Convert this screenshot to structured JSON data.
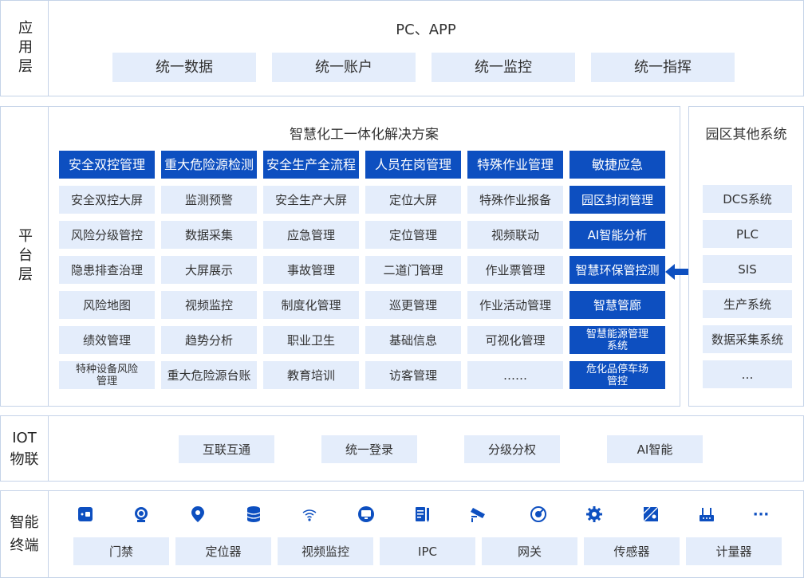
{
  "app_layer": {
    "label": "应用层",
    "subtitle": "PC、APP",
    "items": [
      "统一数据",
      "统一账户",
      "统一监控",
      "统一指挥"
    ]
  },
  "platform_layer": {
    "label": "平台层",
    "title": "智慧化工一体化解决方案",
    "headers": [
      "安全双控管理",
      "重大危险源检测",
      "安全生产全流程",
      "人员在岗管理",
      "特殊作业管理",
      "敏捷应急"
    ],
    "columns": [
      [
        "安全双控大屏",
        "风险分级管控",
        "隐患排查治理",
        "风险地图",
        "绩效管理",
        "特种设备风险管理"
      ],
      [
        "监测预警",
        "数据采集",
        "大屏展示",
        "视频监控",
        "趋势分析",
        "重大危险源台账"
      ],
      [
        "安全生产大屏",
        "应急管理",
        "事故管理",
        "制度化管理",
        "职业卫生",
        "教育培训"
      ],
      [
        "定位大屏",
        "定位管理",
        "二道门管理",
        "巡更管理",
        "基础信息",
        "访客管理"
      ],
      [
        "特殊作业报备",
        "视频联动",
        "作业票管理",
        "作业活动管理",
        "可视化管理",
        "……"
      ],
      [
        "园区封闭管理",
        "AI智能分析",
        "智慧环保管控测",
        "智慧管廊",
        "智慧能源管理系统",
        "危化品停车场管控"
      ]
    ],
    "column_six_wrapped": {
      "r4_line1": "智慧能源管理",
      "r4_line2": "系统",
      "r5_line1": "危化品停车场",
      "r5_line2": "管控"
    },
    "column_one_wrapped": {
      "line1": "特种设备风险",
      "line2": "管理"
    }
  },
  "other_systems": {
    "title": "园区其他系统",
    "items": [
      "DCS系统",
      "PLC",
      "SIS",
      "生产系统",
      "数据采集系统",
      "…"
    ]
  },
  "iot_layer": {
    "label_line1": "IOT",
    "label_line2": "物联",
    "items": [
      "互联互通",
      "统一登录",
      "分级分权",
      "AI智能"
    ]
  },
  "terminal_layer": {
    "label_line1": "智能",
    "label_line2": "终端",
    "items": [
      "门禁",
      "定位器",
      "视频监控",
      "IPC",
      "网关",
      "传感器",
      "计量器"
    ],
    "icons": [
      "access-card-icon",
      "camera-dome-icon",
      "location-pin-icon",
      "database-icon",
      "temperature-sensor-icon",
      "monitor-icon",
      "document-pen-icon",
      "cctv-camera-icon",
      "radar-icon",
      "gear-icon",
      "map-icon",
      "router-icon",
      "more-icon"
    ],
    "more_glyph": "···"
  },
  "colors": {
    "accent": "#0d4fc0",
    "light_box": "#e4edfb",
    "border": "#c5d3e8"
  }
}
